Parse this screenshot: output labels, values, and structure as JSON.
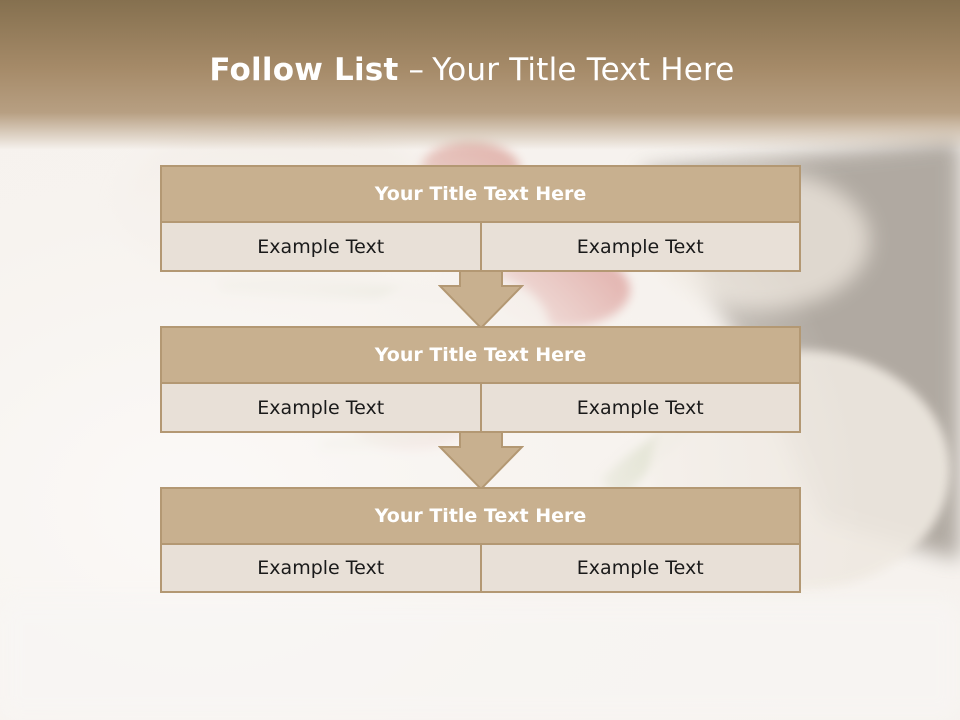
{
  "slide": {
    "title_bold": "Follow List",
    "title_separator": "–",
    "title_rest": "Your Title Text Here"
  },
  "steps": [
    {
      "title": "Your Title Text Here",
      "left": "Example Text",
      "right": "Example Text"
    },
    {
      "title": "Your Title Text Here",
      "left": "Example Text",
      "right": "Example Text"
    },
    {
      "title": "Your Title Text Here",
      "left": "Example Text",
      "right": "Example Text"
    }
  ],
  "colors": {
    "header_fill": "#c8b08f",
    "border": "#b39873",
    "cell_fill": "#e8e0d7",
    "title_band": "#a58a68"
  }
}
